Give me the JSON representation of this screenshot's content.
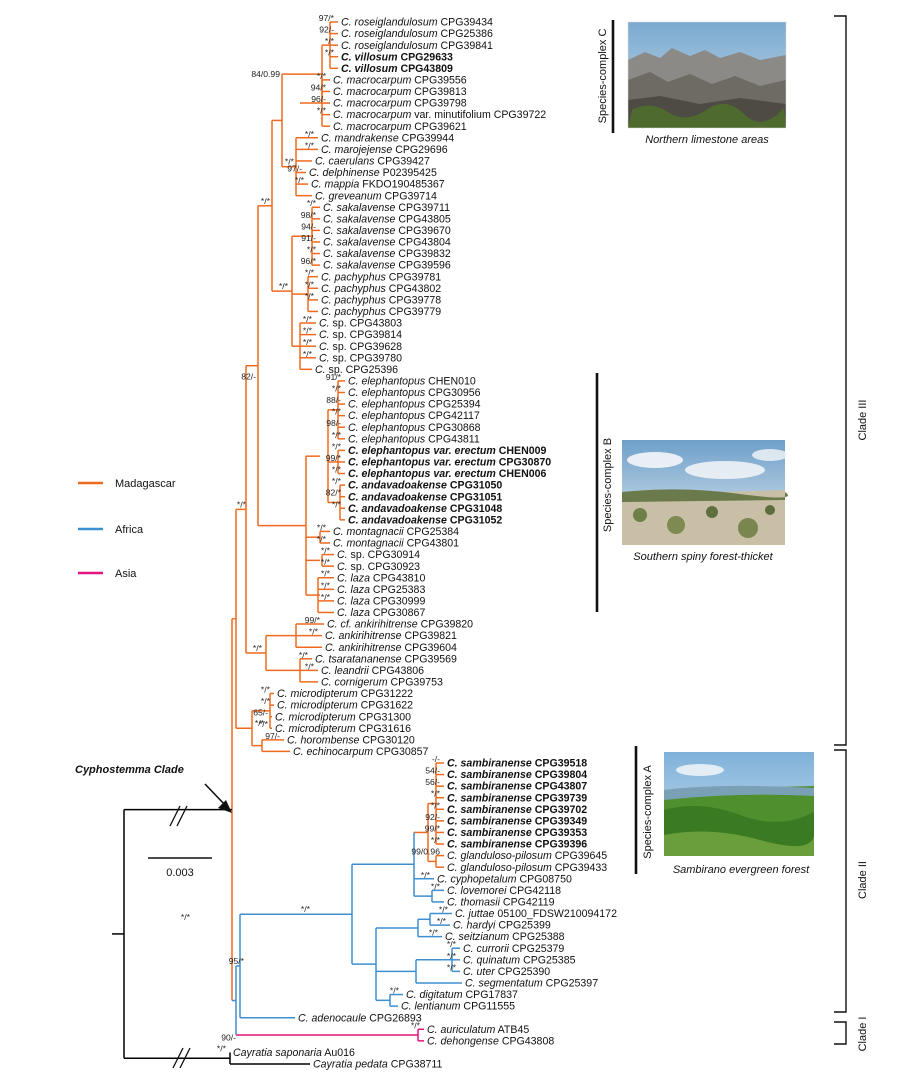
{
  "colors": {
    "madagascar": "#ef6a1f",
    "africa": "#3d8fd0",
    "asia": "#e4157f",
    "outgroup": "#000000"
  },
  "legend": [
    {
      "label": "Madagascar",
      "color": "#ef6a1f"
    },
    {
      "label": "Africa",
      "color": "#3d8fd0"
    },
    {
      "label": "Asia",
      "color": "#e4157f"
    }
  ],
  "clades": [
    {
      "label": "Clade III"
    },
    {
      "label": "Clade II"
    },
    {
      "label": "Clade I"
    }
  ],
  "species_complexes": [
    {
      "label": "Species-complex C",
      "photo_caption": "Northern limestone areas",
      "photo_icon": "limestone-photo"
    },
    {
      "label": "Species-complex B",
      "photo_caption": "Southern spiny forest-thicket",
      "photo_icon": "spiny-forest-photo"
    },
    {
      "label": "Species-complex A",
      "photo_caption": "Sambirano evergreen forest",
      "photo_icon": "evergreen-forest-photo"
    }
  ],
  "clade_annotation": "Cyphostemma Clade",
  "scale_bar": "0.003",
  "taxa": [
    {
      "sp": "C. roseiglandulosum",
      "code": "CPG39434",
      "sup": "97/*",
      "color": "m"
    },
    {
      "sp": "C. roseiglandulosum",
      "code": "CPG25386",
      "sup": "92/-",
      "color": "m"
    },
    {
      "sp": "C. roseiglandulosum",
      "code": "CPG39841",
      "sup": "*/*",
      "color": "m"
    },
    {
      "sp": "C. villosum",
      "code": "CPG29633",
      "sup": "*/*",
      "bold": true,
      "color": "m"
    },
    {
      "sp": "C. villosum",
      "code": "CPG43809",
      "sup": "",
      "bold": true,
      "color": "m"
    },
    {
      "sp": "C. macrocarpum",
      "code": "CPG39556",
      "sup": "*/*",
      "color": "m"
    },
    {
      "sp": "C. macrocarpum",
      "code": "CPG39813",
      "sup": "94/*",
      "color": "m"
    },
    {
      "sp": "C. macrocarpum",
      "code": "CPG39798",
      "sup": "96/-",
      "color": "m"
    },
    {
      "sp": "C. macrocarpum",
      "code": "var. minutifolium CPG39722",
      "sup": "*/*",
      "color": "m"
    },
    {
      "sp": "C. macrocarpum",
      "code": "CPG39621",
      "sup": "",
      "color": "m"
    },
    {
      "sp": "C. mandrakense",
      "code": "CPG39944",
      "sup": "*/*",
      "color": "m"
    },
    {
      "sp": "C. marojejense",
      "code": "CPG29696",
      "sup": "*/*",
      "color": "m"
    },
    {
      "sp": "C. caerulans",
      "code": "CPG39427",
      "sup": "",
      "color": "m"
    },
    {
      "sp": "C. delphinense",
      "code": "P02395425",
      "sup": "97/-",
      "color": "m"
    },
    {
      "sp": "C. mappia",
      "code": "FKDO190485367",
      "sup": "*/*",
      "color": "m"
    },
    {
      "sp": "C. greveanum",
      "code": "CPG39714",
      "sup": "",
      "color": "m"
    },
    {
      "sp": "C. sakalavense",
      "code": "CPG39711",
      "sup": "*/*",
      "color": "m"
    },
    {
      "sp": "C. sakalavense",
      "code": "CPG43805",
      "sup": "98/*",
      "color": "m"
    },
    {
      "sp": "C. sakalavense",
      "code": "CPG39670",
      "sup": "94/-",
      "color": "m"
    },
    {
      "sp": "C. sakalavense",
      "code": "CPG43804",
      "sup": "91/-",
      "color": "m"
    },
    {
      "sp": "C. sakalavense",
      "code": "CPG39832",
      "sup": "*/*",
      "color": "m"
    },
    {
      "sp": "C. sakalavense",
      "code": "CPG39596",
      "sup": "96/*",
      "color": "m"
    },
    {
      "sp": "C. pachyphus",
      "code": "CPG39781",
      "sup": "*/*",
      "color": "m"
    },
    {
      "sp": "C. pachyphus",
      "code": "CPG43802",
      "sup": "*/*",
      "color": "m"
    },
    {
      "sp": "C. pachyphus",
      "code": "CPG39778",
      "sup": "*/*",
      "color": "m"
    },
    {
      "sp": "C. pachyphus",
      "code": "CPG39779",
      "sup": "",
      "color": "m"
    },
    {
      "sp": "C.",
      "code": "sp. CPG43803",
      "sup": "*/*",
      "color": "m"
    },
    {
      "sp": "C.",
      "code": "sp. CPG39814",
      "sup": "*/*",
      "color": "m"
    },
    {
      "sp": "C.",
      "code": "sp. CPG39628",
      "sup": "*/*",
      "color": "m"
    },
    {
      "sp": "C.",
      "code": "sp. CPG39780",
      "sup": "*/*",
      "color": "m"
    },
    {
      "sp": "C.",
      "code": "sp. CPG25396",
      "sup": "",
      "color": "m"
    },
    {
      "sp": "C. elephantopus",
      "code": "CHEN010",
      "sup": "91/*",
      "color": "m"
    },
    {
      "sp": "C. elephantopus",
      "code": "CPG30956",
      "sup": "*/*",
      "color": "m"
    },
    {
      "sp": "C. elephantopus",
      "code": "CPG25394",
      "sup": "88/-",
      "color": "m"
    },
    {
      "sp": "C. elephantopus",
      "code": "CPG42117",
      "sup": "*/*",
      "color": "m"
    },
    {
      "sp": "C. elephantopus",
      "code": "CPG30868",
      "sup": "98/-",
      "color": "m"
    },
    {
      "sp": "C. elephantopus",
      "code": "CPG43811",
      "sup": "*/*",
      "color": "m"
    },
    {
      "sp": "C. elephantopus var. erectum",
      "code": "CHEN009",
      "sup": "*/*",
      "bold": true,
      "color": "m"
    },
    {
      "sp": "C. elephantopus var. erectum",
      "code": "CPG30870",
      "sup": "99/*",
      "bold": true,
      "color": "m"
    },
    {
      "sp": "C. elephantopus var. erectum",
      "code": "CHEN006",
      "sup": "*/*",
      "bold": true,
      "color": "m"
    },
    {
      "sp": "C. andavadoakense",
      "code": "CPG31050",
      "sup": "*/*",
      "bold": true,
      "color": "m"
    },
    {
      "sp": "C. andavadoakense",
      "code": "CPG31051",
      "sup": "82/*",
      "bold": true,
      "color": "m"
    },
    {
      "sp": "C. andavadoakense",
      "code": "CPG31048",
      "sup": "*/*",
      "bold": true,
      "color": "m"
    },
    {
      "sp": "C. andavadoakense",
      "code": "CPG31052",
      "sup": "",
      "bold": true,
      "color": "m"
    },
    {
      "sp": "C. montagnacii",
      "code": "CPG25384",
      "sup": "*/*",
      "color": "m"
    },
    {
      "sp": "C. montagnacii",
      "code": "CPG43801",
      "sup": "*/*",
      "color": "m"
    },
    {
      "sp": "C.",
      "code": "sp. CPG30914",
      "sup": "*/*",
      "color": "m"
    },
    {
      "sp": "C.",
      "code": "sp. CPG30923",
      "sup": "*/*",
      "color": "m"
    },
    {
      "sp": "C. laza",
      "code": "CPG43810",
      "sup": "*/*",
      "color": "m"
    },
    {
      "sp": "C. laza",
      "code": "CPG25383",
      "sup": "*/*",
      "color": "m"
    },
    {
      "sp": "C. laza",
      "code": "CPG30999",
      "sup": "*/*",
      "color": "m"
    },
    {
      "sp": "C. laza",
      "code": "CPG30867",
      "sup": "",
      "color": "m"
    },
    {
      "sp": "C. cf. ankirihitrense",
      "code": "CPG39820",
      "sup": "99/*",
      "color": "m"
    },
    {
      "sp": "C. ankirihitrense",
      "code": "CPG39821",
      "sup": "*/*",
      "color": "m"
    },
    {
      "sp": "C. ankirihitrense",
      "code": "CPG39604",
      "sup": "",
      "color": "m"
    },
    {
      "sp": "C. tsaratananense",
      "code": "CPG39569",
      "sup": "*/*",
      "color": "m"
    },
    {
      "sp": "C. leandrii",
      "code": "CPG43806",
      "sup": "*/*",
      "color": "m"
    },
    {
      "sp": "C. cornigerum",
      "code": "CPG39753",
      "sup": "",
      "color": "m"
    },
    {
      "sp": "C. microdipterum",
      "code": "CPG31222",
      "sup": "*/*",
      "color": "m"
    },
    {
      "sp": "C. microdipterum",
      "code": "CPG31622",
      "sup": "*/*",
      "color": "m"
    },
    {
      "sp": "C. microdipterum",
      "code": "CPG31300",
      "sup": "65/-",
      "color": "m"
    },
    {
      "sp": "C. microdipterum",
      "code": "CPG31616",
      "sup": "*/*",
      "color": "m"
    },
    {
      "sp": "C. horombense",
      "code": "CPG30120",
      "sup": "97/-",
      "color": "m"
    },
    {
      "sp": "C. echinocarpum",
      "code": "CPG30857",
      "sup": "",
      "color": "m"
    },
    {
      "sp": "C. sambiranense",
      "code": "CPG39518",
      "sup": "-/-",
      "bold": true,
      "color": "m"
    },
    {
      "sp": "C. sambiranense",
      "code": "CPG39804",
      "sup": "54/-",
      "bold": true,
      "color": "m"
    },
    {
      "sp": "C. sambiranense",
      "code": "CPG43807",
      "sup": "56/-",
      "bold": true,
      "color": "m"
    },
    {
      "sp": "C. sambiranense",
      "code": "CPG39739",
      "sup": "*/*",
      "bold": true,
      "color": "m"
    },
    {
      "sp": "C. sambiranense",
      "code": "CPG39702",
      "sup": "*/*",
      "bold": true,
      "color": "m"
    },
    {
      "sp": "C. sambiranense",
      "code": "CPG39349",
      "sup": "92/-",
      "bold": true,
      "color": "m"
    },
    {
      "sp": "C. sambiranense",
      "code": "CPG39353",
      "sup": "99/*",
      "bold": true,
      "color": "m"
    },
    {
      "sp": "C. sambiranense",
      "code": "CPG39396",
      "sup": "*/*",
      "bold": true,
      "color": "m"
    },
    {
      "sp": "C. glanduloso-pilosum",
      "code": "CPG39645",
      "sup": "99/0.96",
      "color": "m"
    },
    {
      "sp": "C. glanduloso-pilosum",
      "code": "CPG39433",
      "sup": "",
      "color": "m"
    },
    {
      "sp": "C. cyphopetalum",
      "code": "CPG08750",
      "sup": "*/*",
      "color": "a"
    },
    {
      "sp": "C. lovemorei",
      "code": "CPG42118",
      "sup": "*/*",
      "color": "a"
    },
    {
      "sp": "C. thomasii",
      "code": "CPG42119",
      "sup": "",
      "color": "a"
    },
    {
      "sp": "C. juttae",
      "code": "05100_FDSW210094172",
      "sup": "*/*",
      "color": "a"
    },
    {
      "sp": "C. hardyi",
      "code": "CPG25399",
      "sup": "*/*",
      "color": "a"
    },
    {
      "sp": "C. seitzianum",
      "code": "CPG25388",
      "sup": "*/*",
      "color": "a"
    },
    {
      "sp": "C. currorii",
      "code": "CPG25379",
      "sup": "*/*",
      "color": "a"
    },
    {
      "sp": "C. quinatum",
      "code": "CPG25385",
      "sup": "*/*",
      "color": "a"
    },
    {
      "sp": "C. uter",
      "code": "CPG25390",
      "sup": "*/*",
      "color": "a"
    },
    {
      "sp": "C. segmentatum",
      "code": "CPG25397",
      "sup": "",
      "color": "a"
    },
    {
      "sp": "C. digitatum",
      "code": "CPG17837",
      "sup": "*/*",
      "color": "a"
    },
    {
      "sp": "C. lentianum",
      "code": "CPG11555",
      "sup": "",
      "color": "a"
    },
    {
      "sp": "C. adenocaule",
      "code": "CPG26893",
      "sup": "",
      "color": "a"
    },
    {
      "sp": "C. auriculatum",
      "code": "ATB45",
      "sup": "*/*",
      "color": "s"
    },
    {
      "sp": "C. dehongense",
      "code": "CPG43808",
      "sup": "",
      "color": "s"
    },
    {
      "sp": "Cayratia saponaria",
      "code": "Au016",
      "sup": "*/*",
      "color": "o"
    },
    {
      "sp": "Cayratia pedata",
      "code": "CPG38711",
      "sup": "",
      "color": "o"
    }
  ],
  "internal_support": [
    {
      "label": "84/0.99",
      "node": "complexC"
    },
    {
      "label": "*/*",
      "node": "mandrakense_group"
    },
    {
      "label": "*/*",
      "node": "sakalavense_group"
    },
    {
      "label": "*/*",
      "node": "upper_clade"
    },
    {
      "label": "82/-",
      "node": "complexB_parent"
    },
    {
      "label": "*/*",
      "node": "ankirihitrense_group"
    },
    {
      "label": "*/*",
      "node": "clade3_base"
    },
    {
      "label": "*/*",
      "node": "microdipterum_group"
    },
    {
      "label": "*/*",
      "node": "africa_base"
    },
    {
      "label": "95/*",
      "node": "clade2_base"
    },
    {
      "label": "90/-",
      "node": "cyphostemma_base"
    },
    {
      "label": "*/*",
      "node": "root"
    }
  ]
}
